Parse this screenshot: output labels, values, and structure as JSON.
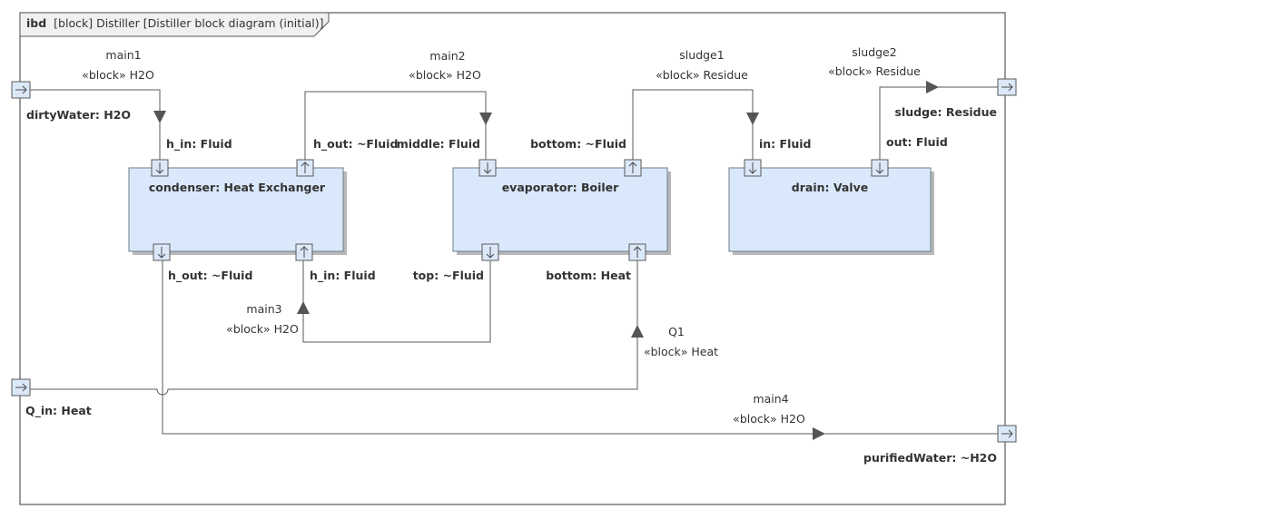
{
  "frame": {
    "kind": "ibd",
    "title": "[block] Distiller [Distiller block diagram (initial)]"
  },
  "blocks": {
    "condenser": "condenser: Heat Exchanger",
    "evaporator": "evaporator: Boiler",
    "drain": "drain: Valve"
  },
  "ports": {
    "dirtyWater": "dirtyWater: H2O",
    "sludge": "sludge: Residue",
    "Q_in": "Q_in: Heat",
    "purifiedWater": "purifiedWater: ~H2O",
    "condenser_h_in_top": "h_in: Fluid",
    "condenser_h_out_top": "h_out: ~Fluid",
    "condenser_h_out_bottom": "h_out: ~Fluid",
    "condenser_h_in_bottom": "h_in: Fluid",
    "evaporator_middle": "middle: Fluid",
    "evaporator_bottom_top": "bottom: ~Fluid",
    "evaporator_top": "top: ~Fluid",
    "evaporator_bottom_heat": "bottom: Heat",
    "drain_in": "in: Fluid",
    "drain_out": "out: Fluid"
  },
  "connectors": {
    "main1": {
      "name": "main1",
      "type": "«block» H2O"
    },
    "main2": {
      "name": "main2",
      "type": "«block» H2O"
    },
    "main3": {
      "name": "main3",
      "type": "«block» H2O"
    },
    "main4": {
      "name": "main4",
      "type": "«block» H2O"
    },
    "sludge1": {
      "name": "sludge1",
      "type": "«block» Residue"
    },
    "sludge2": {
      "name": "sludge2",
      "type": "«block» Residue"
    },
    "Q1": {
      "name": "Q1",
      "type": "«block» Heat"
    }
  },
  "colors": {
    "block_fill": "#dae8fc",
    "port_fill": "#dbe8f8",
    "frame_header": "#f0f0f0",
    "line": "#5a5a5a"
  }
}
